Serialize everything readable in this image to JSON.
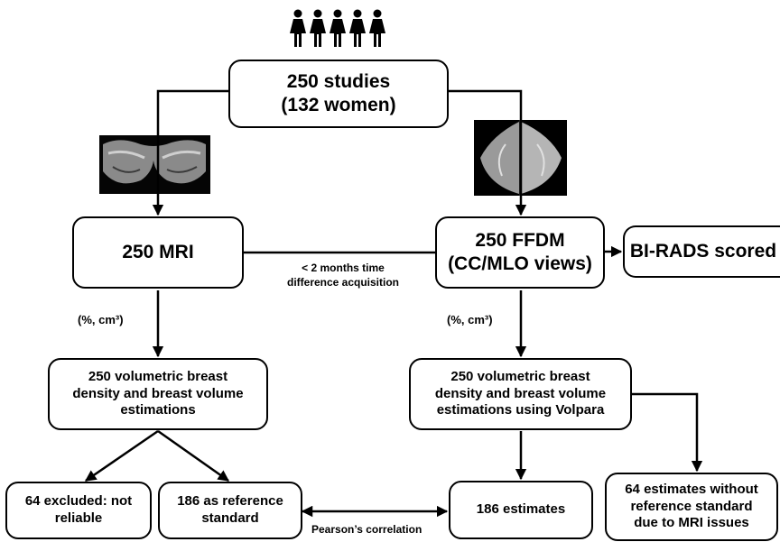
{
  "studies": {
    "line1": "250 studies",
    "line2": "(132 women)"
  },
  "mri": {
    "label": "250 MRI",
    "units": "(%, cm³)"
  },
  "ffdm": {
    "line1": "250 FFDM",
    "line2": "(CC/MLO views)",
    "units": "(%, cm³)"
  },
  "birads": {
    "label": "BI-RADS scored"
  },
  "time_note": {
    "line1": "< 2 months time",
    "line2": "difference acquisition"
  },
  "mri_est": {
    "line1": "250 volumetric breast",
    "line2": "density and breast volume",
    "line3": "estimations"
  },
  "volpara_est": {
    "line1": "250 volumetric breast",
    "line2": "density and breast volume",
    "line3": "estimations using Volpara"
  },
  "excluded": {
    "line1": "64 excluded: not",
    "line2": "reliable"
  },
  "reference": {
    "line1": "186 as reference",
    "line2": "standard"
  },
  "estimates186": {
    "label": "186 estimates"
  },
  "estimates64": {
    "line1": "64 estimates without",
    "line2": "reference standard",
    "line3": "due to MRI issues"
  },
  "pearson": {
    "label": "Pearson’s correlation"
  }
}
